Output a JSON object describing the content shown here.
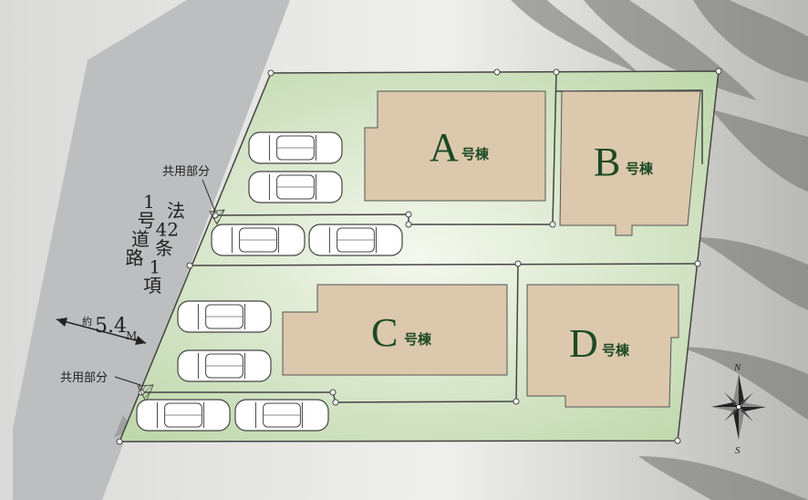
{
  "road": {
    "vertical_text_lines": [
      "法42条1項",
      "1号道路"
    ],
    "width_prefix": "約",
    "width_value": "5.4",
    "width_unit": "M"
  },
  "shared_area_label": "共用部分",
  "buildings": [
    {
      "letter": "A",
      "suffix": "号棟"
    },
    {
      "letter": "B",
      "suffix": "号棟"
    },
    {
      "letter": "C",
      "suffix": "号棟"
    },
    {
      "letter": "D",
      "suffix": "号棟"
    }
  ],
  "compass": {
    "north": "N",
    "south": "S"
  },
  "colors": {
    "lot_green": "#c9ddb9",
    "building_tan": "#dcc8ad",
    "road_gray": "#bdbebf",
    "label_green": "#1c4a25"
  }
}
